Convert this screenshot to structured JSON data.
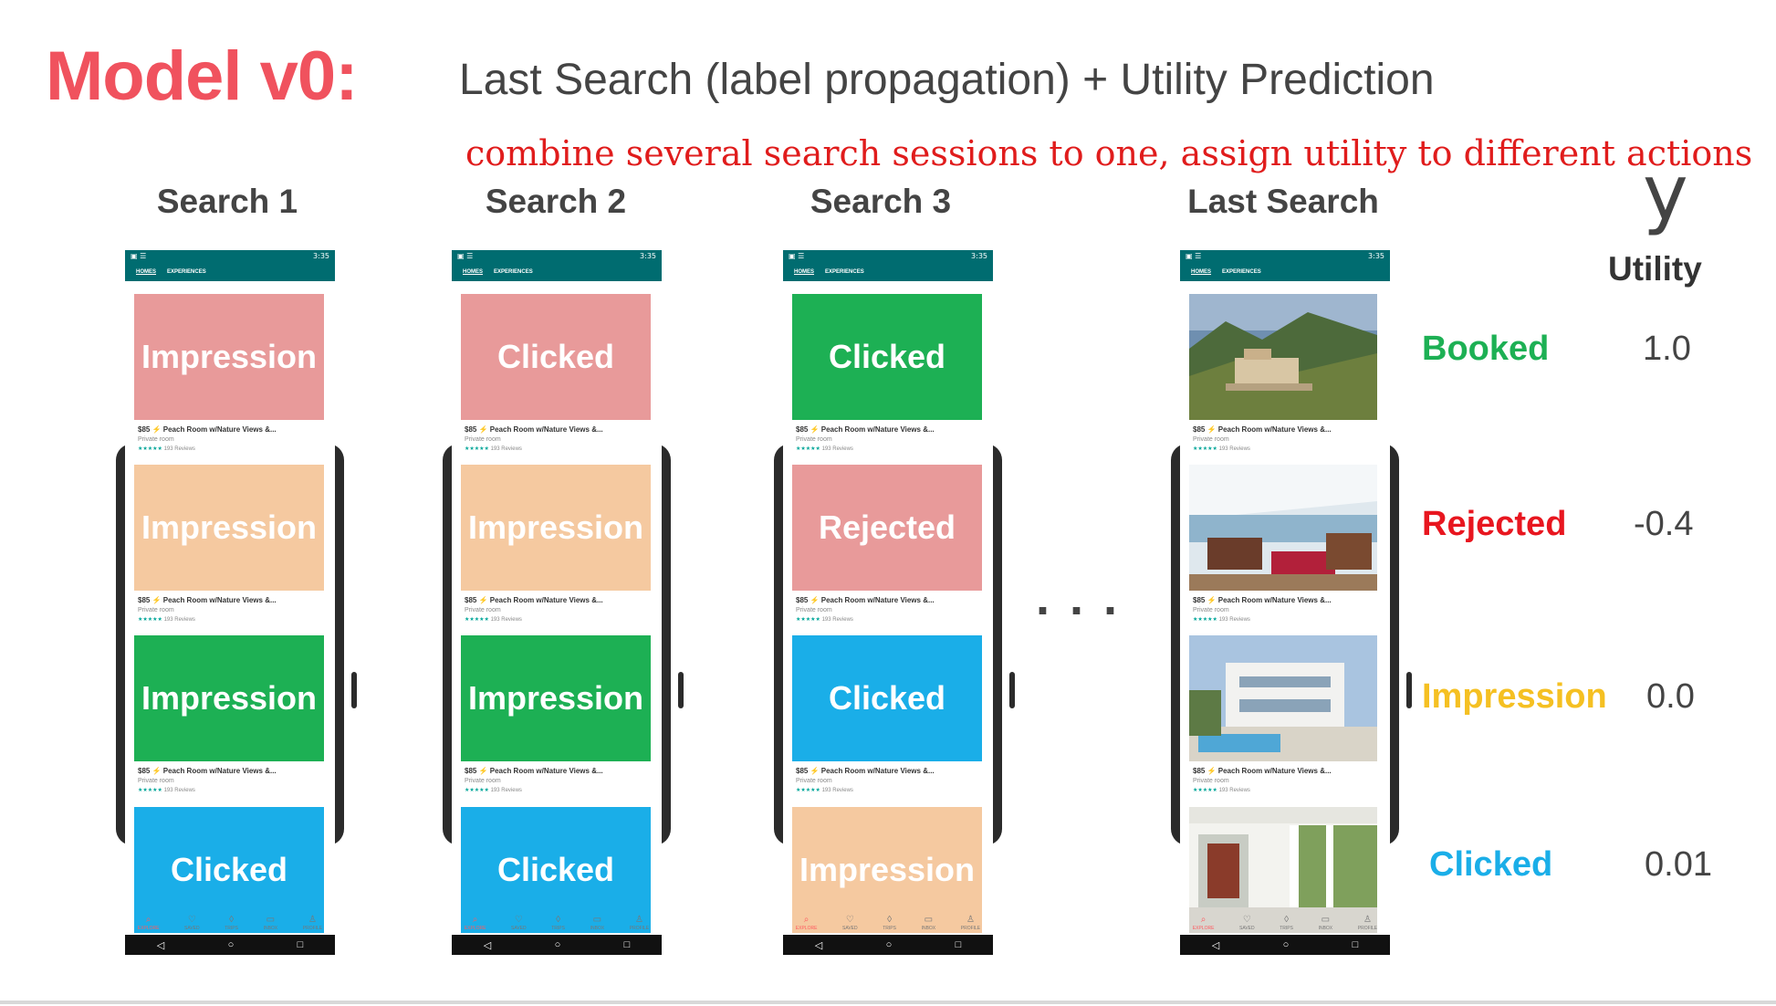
{
  "title": "Model v0:",
  "subtitle": "Last Search (label propagation) + Utility Prediction",
  "annotation": "combine several search sessions to one, assign utility to different actions",
  "y_symbol": "y",
  "utility_header": "Utility",
  "ellipsis": "...",
  "colors": {
    "title": "#f0525e",
    "impression_pink": "#e89a9a",
    "impression_peach": "#f5c9a0",
    "impression_green": "#1db054",
    "clicked_blue": "#1aaee8",
    "rejected_pink": "#e89a9a",
    "booked_green": "#1db054",
    "rejected_red": "#e8161f",
    "impression_yellow": "#f5c022",
    "clicked_label_blue": "#1aaee8"
  },
  "phone_ui": {
    "status_right": "3:35",
    "tabs": [
      "HOMES",
      "EXPERIENCES"
    ],
    "listing_title": "$85 ⚡ Peach Room w/Nature Views &...",
    "listing_type": "Private room",
    "listing_stars": "★★★★★",
    "listing_reviews": "193 Reviews",
    "nav": [
      {
        "icon": "search-icon",
        "glyph": "⌕",
        "label": "EXPLORE"
      },
      {
        "icon": "heart-icon",
        "glyph": "♡",
        "label": "SAVED"
      },
      {
        "icon": "airbnb-icon",
        "glyph": "◊",
        "label": "TRIPS"
      },
      {
        "icon": "chat-icon",
        "glyph": "▭",
        "label": "INBOX"
      },
      {
        "icon": "profile-icon",
        "glyph": "♙",
        "label": "PROFILE"
      }
    ],
    "android_nav": [
      "◁",
      "○",
      "□"
    ]
  },
  "sessions": [
    {
      "heading": "Search 1",
      "cards": [
        {
          "label": "Impression",
          "color": "#e89a9a"
        },
        {
          "label": "Impression",
          "color": "#f5c9a0"
        },
        {
          "label": "Impression",
          "color": "#1db054"
        },
        {
          "label": "Clicked",
          "color": "#1aaee8"
        }
      ]
    },
    {
      "heading": "Search 2",
      "cards": [
        {
          "label": "Clicked",
          "color": "#e89a9a"
        },
        {
          "label": "Impression",
          "color": "#f5c9a0"
        },
        {
          "label": "Impression",
          "color": "#1db054"
        },
        {
          "label": "Clicked",
          "color": "#1aaee8"
        }
      ]
    },
    {
      "heading": "Search 3",
      "cards": [
        {
          "label": "Clicked",
          "color": "#1db054"
        },
        {
          "label": "Rejected",
          "color": "#e89a9a"
        },
        {
          "label": "Clicked",
          "color": "#1aaee8"
        },
        {
          "label": "Impression",
          "color": "#f5c9a0"
        }
      ]
    }
  ],
  "last_search": {
    "heading": "Last Search",
    "photos": [
      "mansion-hillside-photo",
      "sunroom-interior-photo",
      "villa-pool-photo",
      "porch-garden-photo"
    ]
  },
  "outcomes": [
    {
      "action": "Booked",
      "color": "#1db054",
      "utility": "1.0"
    },
    {
      "action": "Rejected",
      "color": "#e8161f",
      "utility": "-0.4"
    },
    {
      "action": "Impression",
      "color": "#f5c022",
      "utility": "0.0"
    },
    {
      "action": "Clicked",
      "color": "#1aaee8",
      "utility": "0.01"
    }
  ]
}
